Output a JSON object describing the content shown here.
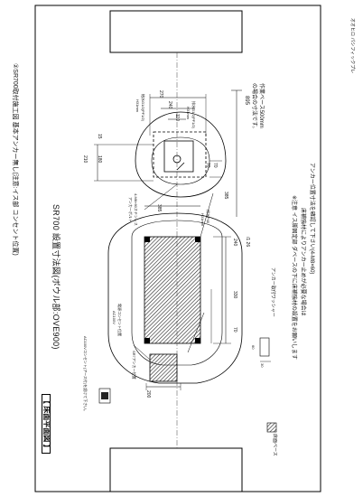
{
  "header": {
    "title": "②SR700取付施工図 基本アンカー無し(注意:イス部 コンセント位置)",
    "top_right_note": "オオヒロ パシフィックプレ"
  },
  "plan": {
    "section_label": "【 床面平面図 】",
    "subtitle": "SR700 設置寸法図(ボウル部:OVE900)"
  },
  "dimensions": {
    "d270": "270",
    "d240_top": "240",
    "d110": "110",
    "d895": "895",
    "d210": "210",
    "d15": "15",
    "d180": "180",
    "d70_a": "70",
    "d70_b": "70",
    "d385_a": "385",
    "d385_b": "385",
    "d240": "240",
    "d330": "330",
    "d70_c": "70",
    "d200": "200",
    "d1726": "/1 26",
    "d60": "60",
    "d30": "30"
  },
  "labels": {
    "supply_pipe": "給水G1/2(PF1/2)",
    "supply_pipe_sub": "H31mm",
    "drain_pipe": "排水G1/2(PF1/2)",
    "drain_pipe_sub": "H31mm",
    "anchor_bolt": "4-M8×60ステンレス",
    "anchor_bolt_sub": "アンカーボルト",
    "drain_p40": "排水P40",
    "drain_p40_sub": "H31mm",
    "outlet_label": "電源コンセント位置",
    "outlet_spec": "AC100V",
    "outlet_note": "AC100Vコンセント(アース付)を設けて下さい。",
    "anchor_pos": "SR7アンカー位置",
    "work_base": "作業ベース500mm",
    "work_base_2": "の場合の寸法です。",
    "legend_text": "床面ベース",
    "note_anchor_legend": "アンカー取付ワッシャー",
    "note_1": "※注意 イス脚固定部 ダベースの下に床補強材の設置をお願いします",
    "note_2": "床補強材によりアンカー止めが必要な場合は",
    "note_3": "アンカー位置寸法を確認して下さい(4-M8×60)"
  }
}
